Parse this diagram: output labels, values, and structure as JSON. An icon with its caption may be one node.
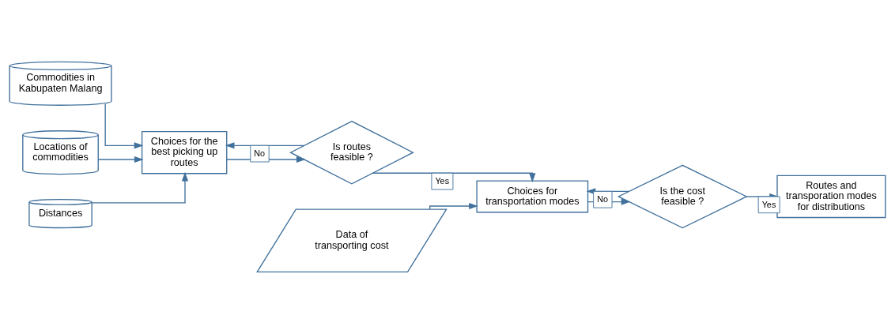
{
  "diagram": {
    "nodes": [
      {
        "text": [
          "Commodities in Kabupaten Malang"
        ]
      },
      {
        "text": [
          "Locations of commodities"
        ]
      },
      {
        "text": [
          "Distances"
        ]
      },
      {
        "text": [
          "Choices for the best picking up routes"
        ]
      },
      {
        "text": [
          "Is routes feasible ?"
        ]
      },
      {
        "text": [
          "Choices for transportation modes"
        ]
      },
      {
        "text": [
          "Is the cost feasible ?"
        ]
      },
      {
        "text": [
          "Routes and transporation modes for distributions"
        ]
      },
      {
        "text": [
          "Data of transporting cost"
        ]
      }
    ],
    "edges": [
      {
        "from": 0,
        "to": 3,
        "arrow": "to"
      },
      {
        "from": 1,
        "to": 3,
        "arrow": "to"
      },
      {
        "from": 2,
        "to": 3,
        "arrow": "to"
      },
      {
        "from": 3,
        "to": 4,
        "arrow": "to"
      },
      {
        "from": 4,
        "to": 3,
        "arrow": "to",
        "label": "No"
      },
      {
        "from": 4,
        "to": 5,
        "arrow": "to",
        "label": "Yes"
      },
      {
        "from": 8,
        "to": 5,
        "arrow": "to"
      },
      {
        "from": 5,
        "to": 6,
        "arrow": "to"
      },
      {
        "from": 6,
        "to": 5,
        "arrow": "to",
        "label": "No"
      },
      {
        "from": 6,
        "to": 7,
        "arrow": "to",
        "label": "Yes"
      }
    ]
  }
}
